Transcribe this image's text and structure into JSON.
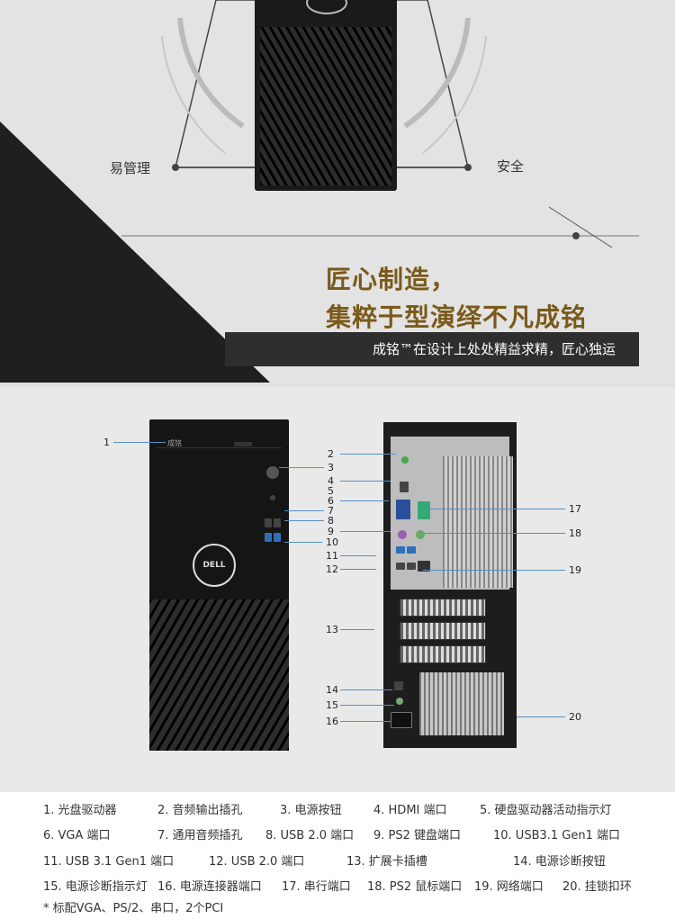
{
  "hero": {
    "label_left": "易管理",
    "label_right": "安全",
    "headline_line1": "匠心制造，",
    "headline_line2": "集粹于型演绎不凡成铭",
    "band_text": "成铭™在设计上处处精益求精，匠心独运"
  },
  "front_panel": {
    "brand_text": "成铭",
    "logo_text": "DELL"
  },
  "callouts": {
    "front": [
      "1",
      "2",
      "3",
      "4",
      "5",
      "6",
      "7",
      "8",
      "9",
      "10",
      "11",
      "12",
      "13",
      "14",
      "15",
      "16"
    ],
    "back": [
      "17",
      "18",
      "19",
      "20"
    ]
  },
  "legend": {
    "items": [
      "1. 光盘驱动器",
      "2. 音频输出插孔",
      "3. 电源按钮",
      "4. HDMI 端口",
      "5. 硬盘驱动器活动指示灯",
      "6. VGA 端口",
      "7. 通用音频插孔",
      "8. USB 2.0 端口",
      "9. PS2 键盘端口",
      "10. USB3.1 Gen1 端口",
      "11. USB 3.1 Gen1 端口",
      "12. USB 2.0 端口",
      "13. 扩展卡插槽",
      "14. 电源诊断按钮",
      "15. 电源诊断指示灯",
      "16. 电源连接器端口",
      "17. 串行端口",
      "18. PS2 鼠标端口",
      "19. 网络端口",
      "20. 挂锁扣环"
    ],
    "note": "* 标配VGA、PS/2、串口，2个PCI"
  },
  "colors": {
    "headline": "#7a5a1a",
    "band": "#2e2e2e",
    "leader": "#5b8fc4"
  }
}
